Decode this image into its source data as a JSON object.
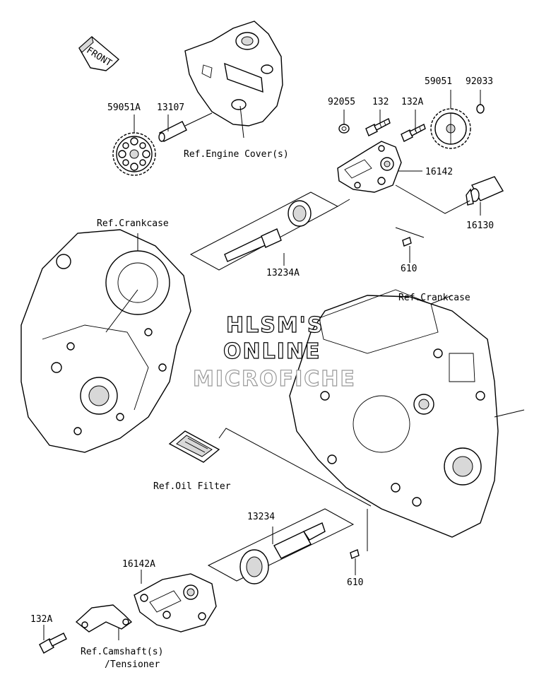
{
  "front_arrow": {
    "label": "FRONT"
  },
  "watermark": {
    "line1": "HLSM'S",
    "line2": "ONLINE",
    "line3": "MICROFICHE"
  },
  "labels": {
    "p59051A": "59051A",
    "p13107": "13107",
    "ref_engine_cover": "Ref.Engine Cover(s)",
    "p92055": "92055",
    "p132": "132",
    "p132A_top": "132A",
    "p59051": "59051",
    "p92033": "92033",
    "p16142": "16142",
    "p16130": "16130",
    "ref_crankcase_left": "Ref.Crankcase",
    "p13234A": "13234A",
    "p610_top": "610",
    "ref_crankcase_right": "Ref.Crankcase",
    "ref_oil_filter": "Ref.Oil Filter",
    "p13234": "13234",
    "p16142A": "16142A",
    "p610_bottom": "610",
    "p132A_bottom": "132A",
    "ref_camshaft_1": "Ref.Camshaft(s)",
    "ref_camshaft_2": "/Tensioner"
  }
}
